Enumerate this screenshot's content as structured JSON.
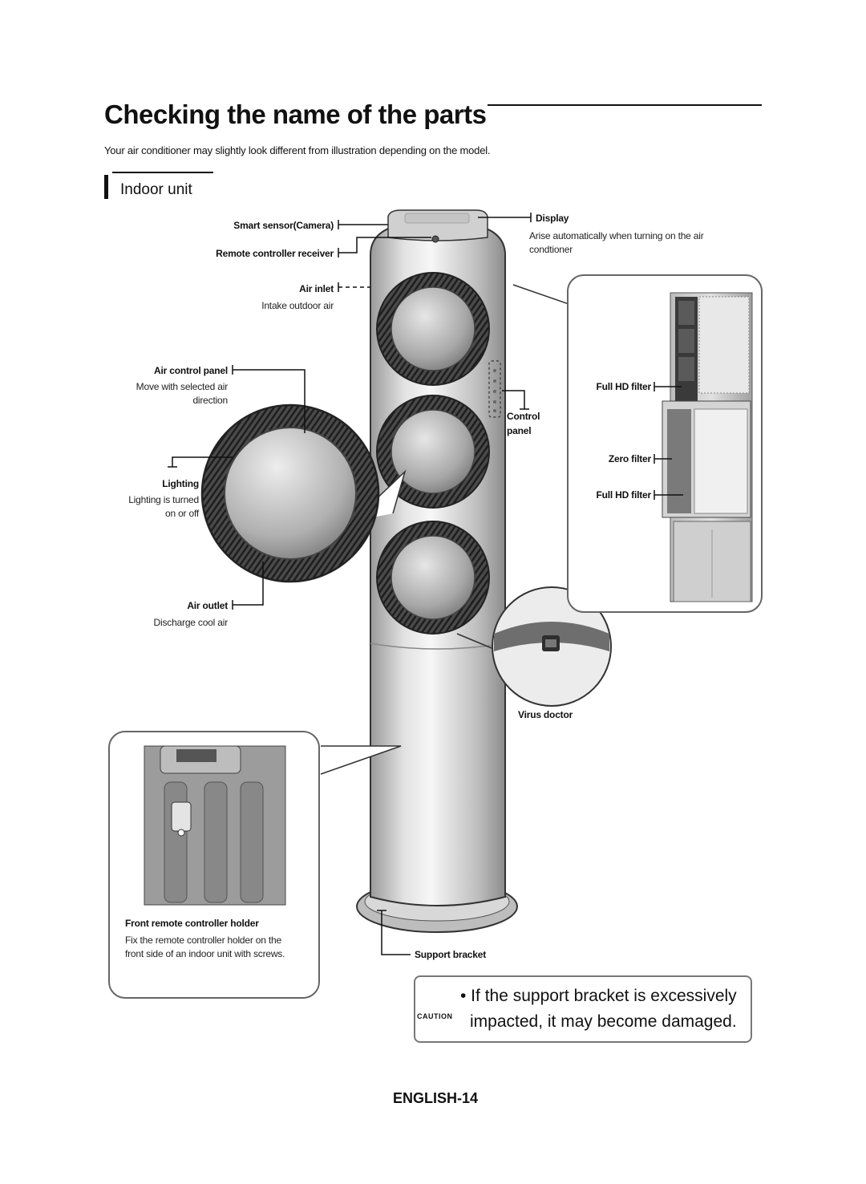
{
  "page": {
    "title": "Checking the name of the parts",
    "intro": "Your air conditioner may slightly look different from illustration depending on the model.",
    "section_title": "Indoor unit",
    "footer": "ENGLISH-14"
  },
  "parts": {
    "smart_sensor": {
      "label": "Smart sensor(Camera)"
    },
    "remote_receiver": {
      "label": "Remote controller receiver"
    },
    "air_inlet": {
      "label": "Air inlet",
      "desc": "Intake outdoor air"
    },
    "air_control_panel": {
      "label": "Air control panel",
      "desc1": "Move with selected air",
      "desc2": "direction"
    },
    "lighting": {
      "label": "Lighting",
      "desc1": "Lighting is turned",
      "desc2": "on or off"
    },
    "air_outlet": {
      "label": "Air outlet",
      "desc": "Discharge cool air"
    },
    "display": {
      "label": "Display",
      "desc1": "Arise automatically when turning on the air",
      "desc2": "condtioner"
    },
    "control_panel": {
      "label1": "Control",
      "label2": "panel"
    },
    "full_hd_filter_top": {
      "label": "Full HD filter"
    },
    "zero_filter": {
      "label": "Zero filter"
    },
    "full_hd_filter_bottom": {
      "label": "Full HD filter"
    },
    "virus_doctor": {
      "label": "Virus doctor"
    },
    "front_remote_holder": {
      "label": "Front remote controller holder",
      "desc1": "Fix the remote controller holder on the",
      "desc2": "front side of an indoor unit with screws."
    },
    "support_bracket": {
      "label": "Support bracket"
    }
  },
  "caution": {
    "word": "CAUTION",
    "line1": "• If the support bracket is excessively",
    "line2": "impacted, it may become damaged."
  },
  "colors": {
    "body_gradient_light": "#f2f2f2",
    "body_gradient_dark": "#8a8a8a",
    "fan_ring": "#3a3a3a",
    "text": "#111111"
  }
}
